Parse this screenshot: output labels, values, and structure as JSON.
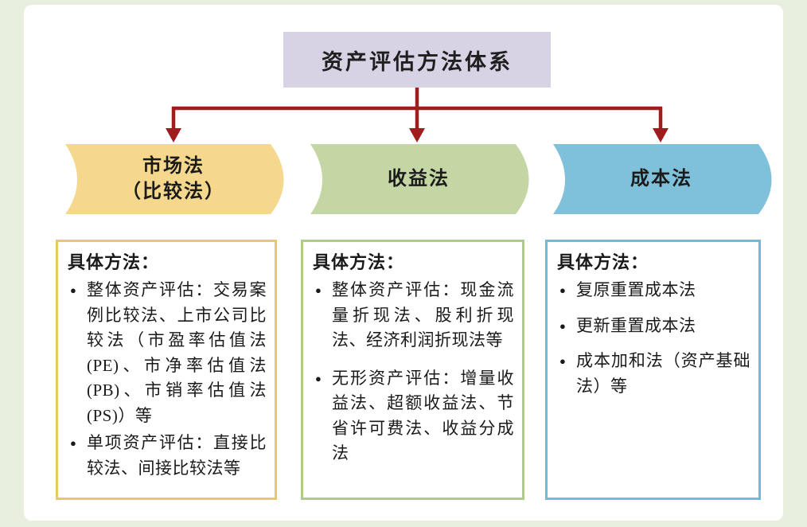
{
  "title": "资产评估方法体系",
  "bullet_glyph": "●",
  "branches": [
    {
      "label_line1": "市场法",
      "label_line2": "（比较法）",
      "heading": "具体方法：",
      "items": [
        "整体资产评估：交易案例比较法、上市公司比较法（市盈率估值法(PE)、市净率估值法(PB)、市销率估值法(PS)）等",
        "单项资产评估：直接比较法、间接比较法等"
      ]
    },
    {
      "label_line1": "收益法",
      "heading": "具体方法：",
      "items": [
        "整体资产评估：现金流量折现法、股利折现法、经济利润折现法等",
        "无形资产评估：增量收益法、超额收益法、节省许可费法、收益分成法"
      ]
    },
    {
      "label_line1": "成本法",
      "heading": "具体方法：",
      "items": [
        "复原重置成本法",
        "更新重置成本法",
        "成本加和法（资产基础法）等"
      ]
    }
  ],
  "colors": {
    "background": "#e9efdf",
    "panel": "#ffffff",
    "title_bg": "#d8d2e5",
    "arrow": "#9e1e1e",
    "banner_yellow": "#f5d88d",
    "banner_green": "#c4d6a3",
    "banner_blue": "#7fc0da",
    "border_yellow": "#e8c968",
    "border_green": "#afcb8b",
    "border_blue": "#74b9d6",
    "text": "#1a1a1a"
  }
}
